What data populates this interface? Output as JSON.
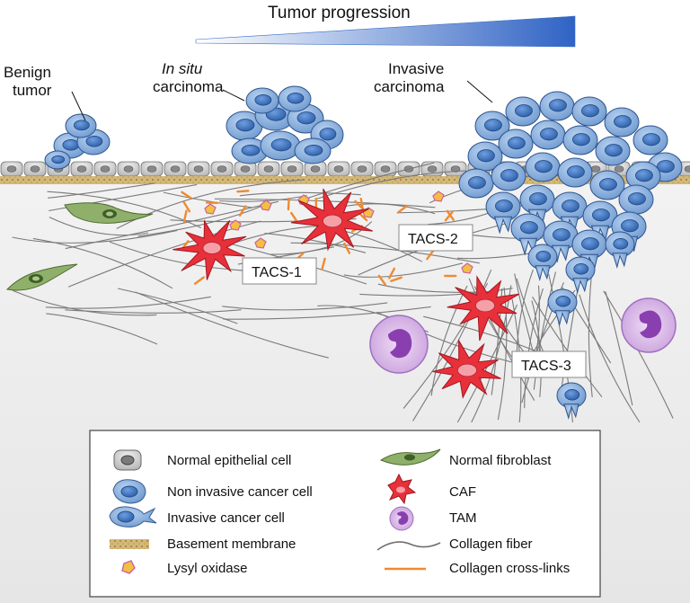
{
  "header": {
    "title": "Tumor progression"
  },
  "stages": {
    "benign_line1": "Benign",
    "benign_line2": "tumor",
    "insitu_line1": "In situ",
    "insitu_line2": "carcinoma",
    "invasive_line1": "Invasive",
    "invasive_line2": "carcinoma"
  },
  "tacs": {
    "one": "TACS-1",
    "two": "TACS-2",
    "three": "TACS-3"
  },
  "legend": {
    "normal_epithelial": "Normal epithelial cell",
    "non_invasive_cancer": "Non invasive cancer cell",
    "invasive_cancer": "Invasive cancer cell",
    "basement_membrane": "Basement membrane",
    "lysyl_oxidase": "Lysyl oxidase",
    "normal_fibroblast": "Normal fibroblast",
    "caf": "CAF",
    "tam": "TAM",
    "collagen_fiber": "Collagen fiber",
    "collagen_crosslinks": "Collagen cross-links"
  },
  "colors": {
    "cancer_cell": "#7fa8d8",
    "cancer_nucleus": "#3a6fb8",
    "caf": "#e8303a",
    "tam": "#c9a0dc",
    "tam_nucleus": "#8a3fb0",
    "fibroblast": "#8fb06a",
    "lysyl_oxidase": "#f2c040",
    "crosslink": "#f08a30",
    "collagen": "#707070",
    "membrane": "#c8a868",
    "stroma": "#ececec"
  }
}
